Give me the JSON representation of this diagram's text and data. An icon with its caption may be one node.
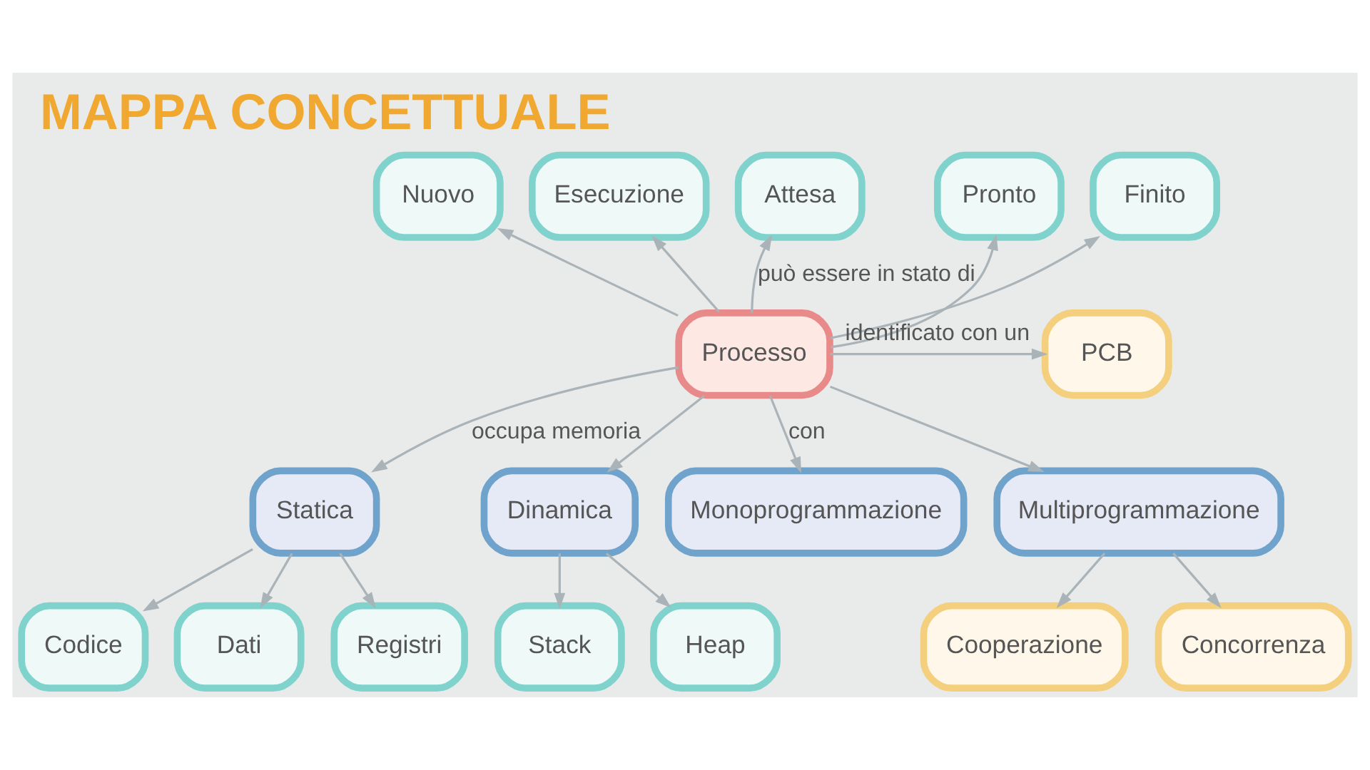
{
  "diagram": {
    "title": "MAPPA CONCETTUALE",
    "nodes": [
      {
        "text": [
          "Nuovo"
        ]
      },
      {
        "text": [
          "Esecuzione"
        ]
      },
      {
        "text": [
          "Attesa"
        ]
      },
      {
        "text": [
          "Pronto"
        ]
      },
      {
        "text": [
          "Finito"
        ]
      },
      {
        "text": [
          "PCB"
        ]
      },
      {
        "text": [
          "Processo"
        ]
      },
      {
        "text": [
          "Monoprogrammazione"
        ]
      },
      {
        "text": [
          "Multiprogrammazione"
        ]
      },
      {
        "text": [
          "Cooperazione"
        ]
      },
      {
        "text": [
          "Concorrenza"
        ]
      },
      {
        "text": [
          "Statica"
        ]
      },
      {
        "text": [
          "Dinamica"
        ]
      },
      {
        "text": [
          "Codice"
        ]
      },
      {
        "text": [
          "Dati"
        ]
      },
      {
        "text": [
          "Registri"
        ]
      },
      {
        "text": [
          "Stack"
        ]
      },
      {
        "text": [
          "Heap"
        ]
      }
    ],
    "edges": [
      {
        "from": 6,
        "to": 0,
        "arrow": "to"
      },
      {
        "from": 6,
        "to": 1,
        "arrow": "to"
      },
      {
        "from": 6,
        "to": 2,
        "arrow": "to",
        "label": "può essere in stato di"
      },
      {
        "from": 6,
        "to": 3,
        "arrow": "to"
      },
      {
        "from": 6,
        "to": 4,
        "arrow": "to"
      },
      {
        "from": 6,
        "to": 5,
        "arrow": "to",
        "label": "identificato con un"
      },
      {
        "from": 6,
        "to": 7,
        "arrow": "to",
        "label": "con"
      },
      {
        "from": 6,
        "to": 8,
        "arrow": "to"
      },
      {
        "from": 8,
        "to": 9,
        "arrow": "to"
      },
      {
        "from": 8,
        "to": 10,
        "arrow": "to"
      },
      {
        "from": 6,
        "to": 11,
        "arrow": "to",
        "label": "occupa memoria"
      },
      {
        "from": 6,
        "to": 12,
        "arrow": "to"
      },
      {
        "from": 11,
        "to": 13,
        "arrow": "to"
      },
      {
        "from": 11,
        "to": 14,
        "arrow": "to"
      },
      {
        "from": 11,
        "to": 15,
        "arrow": "to"
      },
      {
        "from": 12,
        "to": 16,
        "arrow": "to"
      },
      {
        "from": 12,
        "to": 17,
        "arrow": "to"
      }
    ]
  }
}
